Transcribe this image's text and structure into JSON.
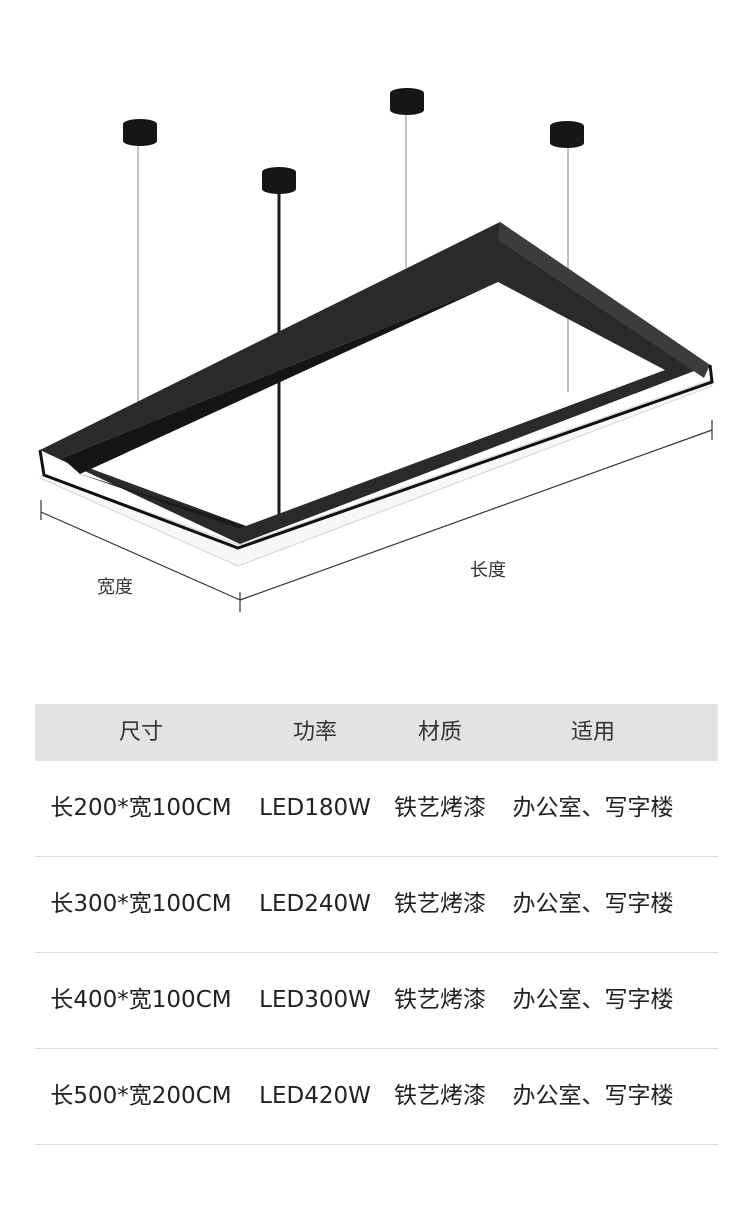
{
  "diagram": {
    "width_label": "宽度",
    "length_label": "长度"
  },
  "table": {
    "headers": [
      "尺寸",
      "功率",
      "材质",
      "适用"
    ],
    "rows": [
      [
        "长200*宽100CM",
        "LED180W",
        "铁艺烤漆",
        "办公室、写字楼"
      ],
      [
        "长300*宽100CM",
        "LED240W",
        "铁艺烤漆",
        "办公室、写字楼"
      ],
      [
        "长400*宽100CM",
        "LED300W",
        "铁艺烤漆",
        "办公室、写字楼"
      ],
      [
        "长500*宽200CM",
        "LED420W",
        "铁艺烤漆",
        "办公室、写字楼"
      ]
    ]
  },
  "colors": {
    "frame": "#2a2a2a",
    "frame_side": "#111111",
    "header_bg": "#e3e3e3"
  }
}
